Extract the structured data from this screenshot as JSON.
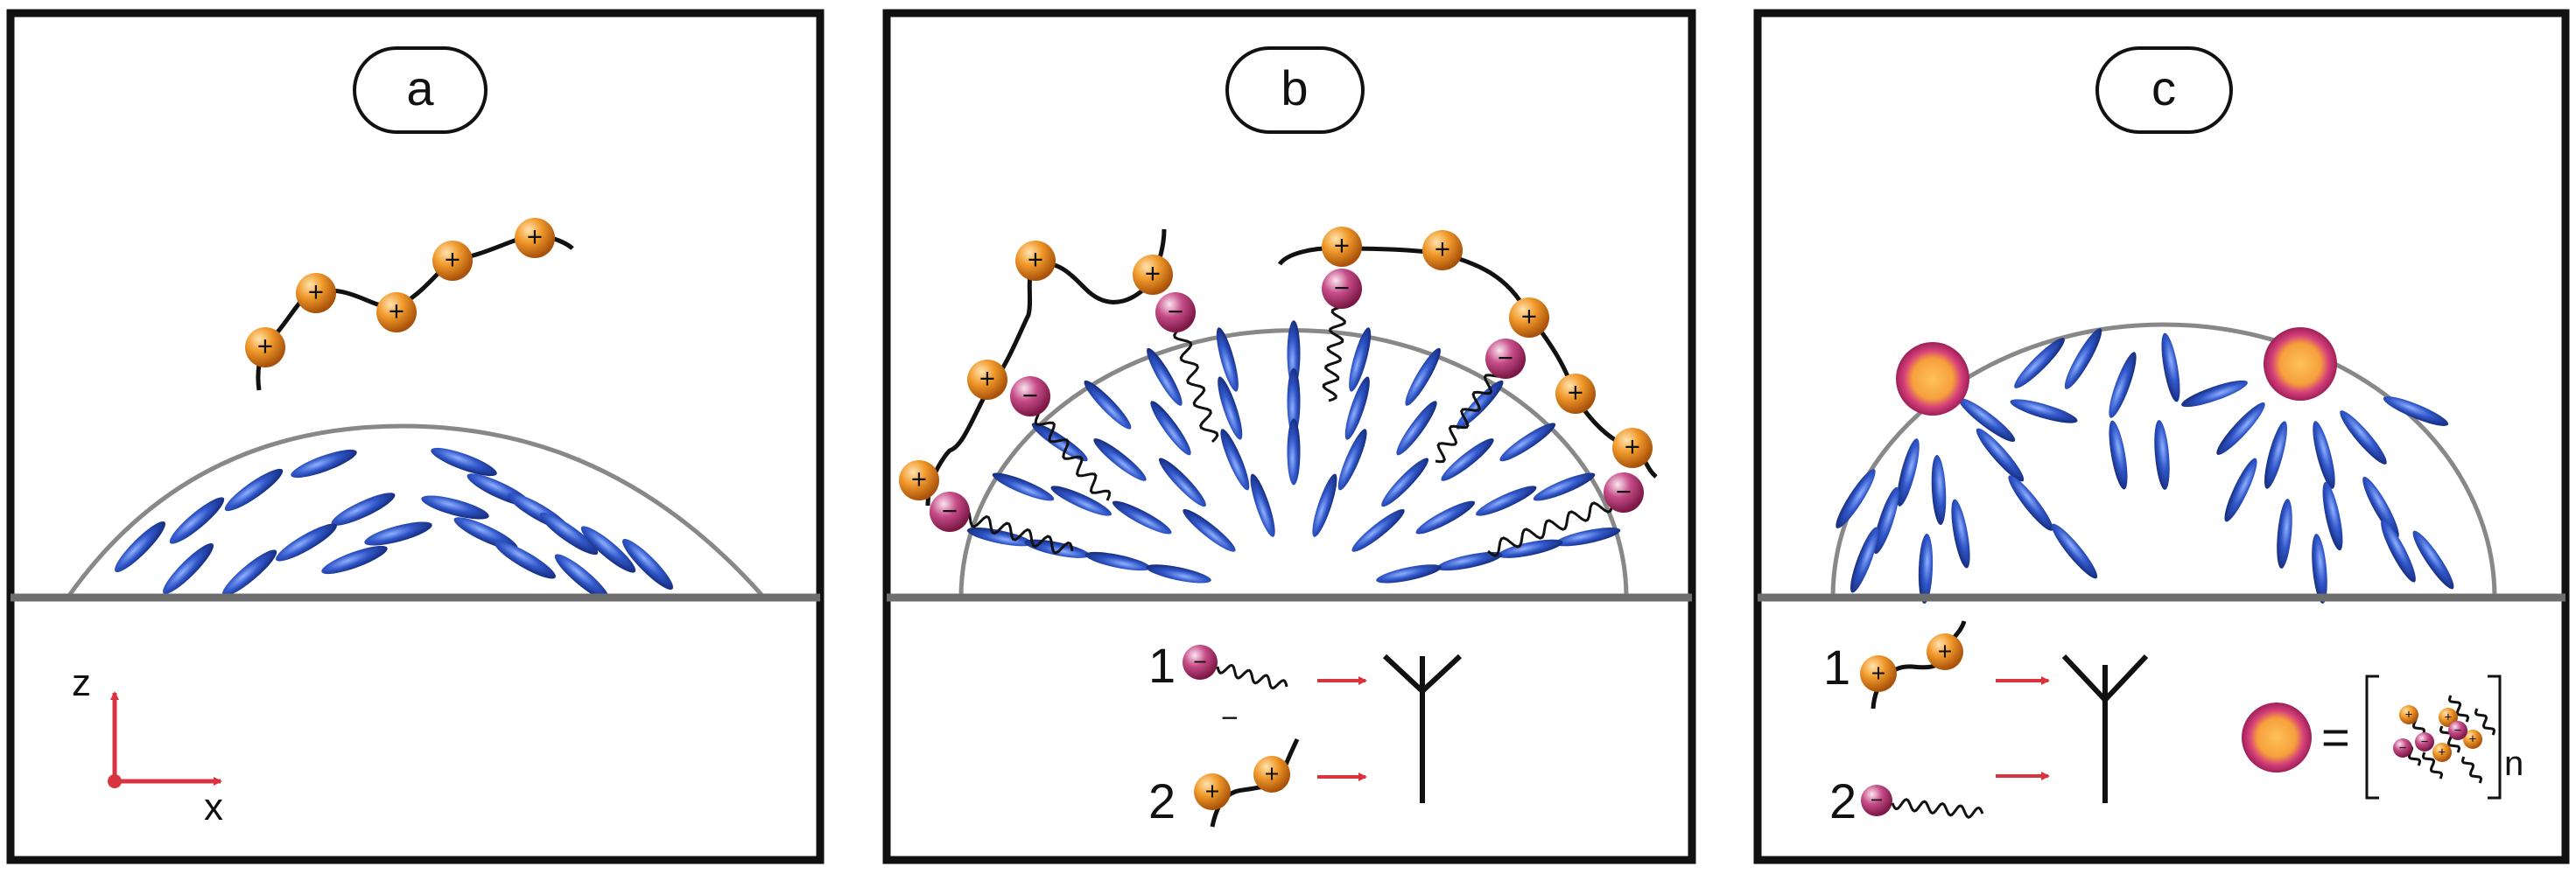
{
  "panels": [
    {
      "label": "a"
    },
    {
      "label": "b"
    },
    {
      "label": "c"
    }
  ],
  "axes": {
    "z_label": "z",
    "x_label": "x"
  },
  "legend_b": {
    "item1_label": "1",
    "item2_label": "2",
    "minus_mark": "−"
  },
  "legend_c": {
    "item1_label": "1",
    "item2_label": "2",
    "equals": "=",
    "subscript": "n"
  },
  "charges": {
    "plus": "+",
    "minus": "−"
  },
  "colors": {
    "frame": "#111111",
    "substrate": "#6e6e6e",
    "dome": "#888888",
    "crystal": "#2a49b5",
    "polycation": "#e08a1e",
    "polyanion": "#b2336e",
    "arrow": "#d9343e"
  }
}
